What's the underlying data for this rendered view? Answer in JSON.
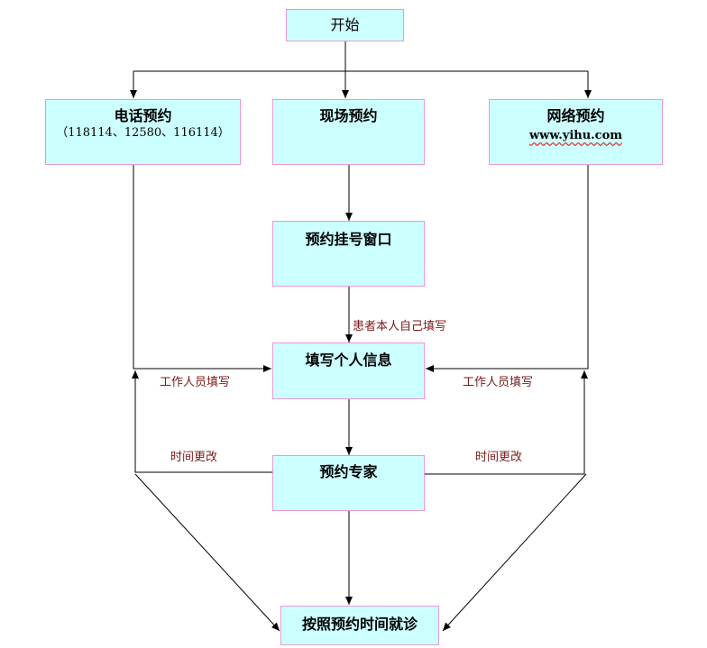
{
  "nodes": {
    "start": {
      "title": "开始"
    },
    "phone": {
      "title": "电话预约",
      "sub": "（118114、12580、116114）"
    },
    "onsite": {
      "title": "现场预约"
    },
    "online": {
      "title": "网络预约",
      "sub": "www.yihu.com"
    },
    "window": {
      "title": "预约挂号窗口"
    },
    "info": {
      "title": "填写个人信息"
    },
    "expert": {
      "title": "预约专家"
    },
    "visit": {
      "title": "按照预约时间就诊"
    }
  },
  "labels": {
    "self_fill": "患者本人自己填写",
    "staff_fill_left": "工作人员填写",
    "staff_fill_right": "工作人员填写",
    "change_time_left": "时间更改",
    "change_time_right": "时间更改"
  },
  "colors": {
    "box_fill": "#ccffff",
    "box_border": "#e89ad6",
    "label_text": "#7a1a1a",
    "line": "#000000"
  }
}
